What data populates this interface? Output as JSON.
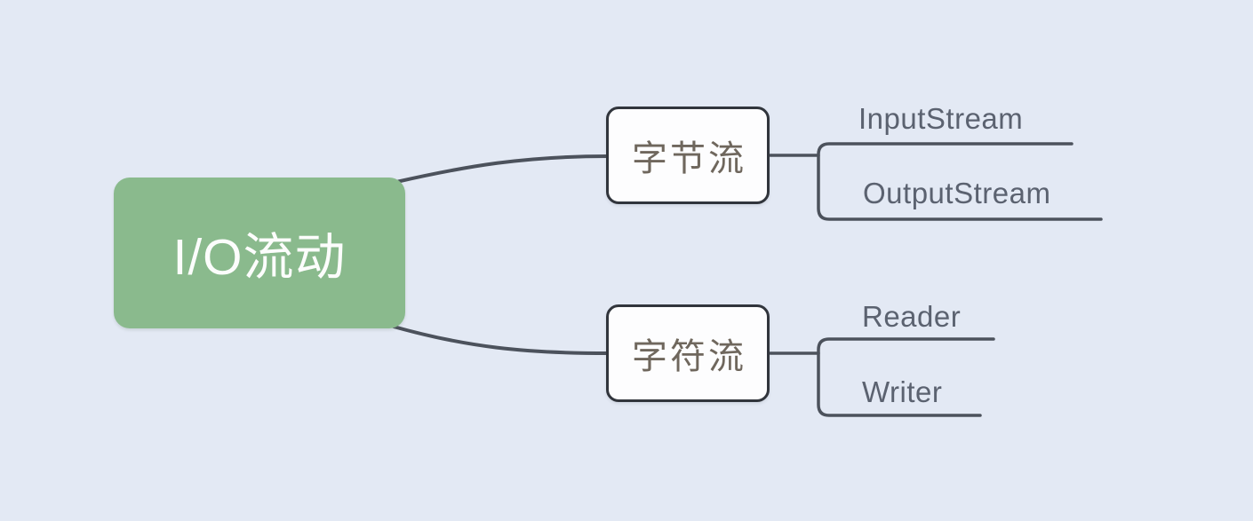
{
  "colors": {
    "background": "#e3e9f4",
    "root_fill": "#8aba8d",
    "root_text": "#fcfdfc",
    "node_fill": "#fdfdfe",
    "node_border": "#31353c",
    "node_text": "#6f675d",
    "leaf_text": "#5b6270",
    "line": "#4c525c"
  },
  "root": {
    "label": "I/O流动"
  },
  "branches": [
    {
      "label": "字节流",
      "children": [
        {
          "label": "InputStream"
        },
        {
          "label": "OutputStream"
        }
      ]
    },
    {
      "label": "字符流",
      "children": [
        {
          "label": "Reader"
        },
        {
          "label": "Writer"
        }
      ]
    }
  ]
}
